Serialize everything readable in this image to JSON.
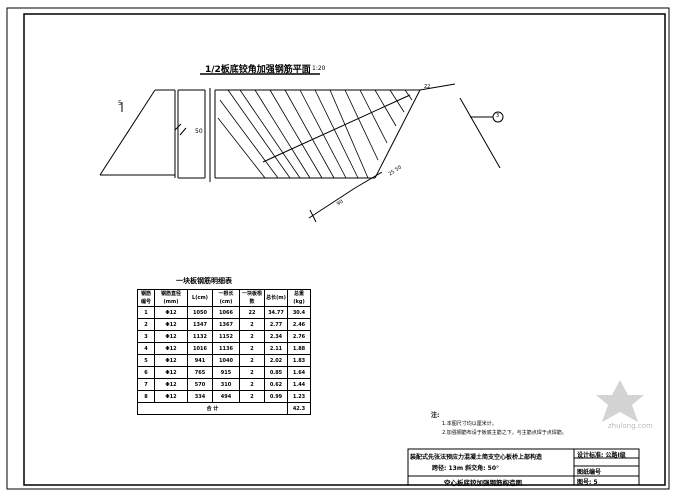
{
  "drawing": {
    "title": "1/2板底铰角加强钢筋平面",
    "title_scale": "1:20",
    "dim_left_a": "5",
    "dim_mid": "50",
    "dim_bottom_a": "90",
    "dim_bottom_b": "25 50",
    "dim_top_right": "22",
    "angle_label": "50",
    "detail_ref": "3"
  },
  "table": {
    "title": "一块板钢筋明细表",
    "headers": [
      "钢筋编号",
      "钢筋直径(mm)",
      "L(cm)",
      "一根长(cm)",
      "一块板根数",
      "总长(m)",
      "总重(kg)"
    ],
    "rows": [
      [
        "1",
        "Φ12",
        "1050",
        "1066",
        "22",
        "34.77",
        "30.4"
      ],
      [
        "2",
        "Φ12",
        "1347",
        "1367",
        "2",
        "2.77",
        "2.46"
      ],
      [
        "3",
        "Φ12",
        "1132",
        "1152",
        "2",
        "2.34",
        "2.76"
      ],
      [
        "4",
        "Φ12",
        "1016",
        "1136",
        "2",
        "2.11",
        "1.88"
      ],
      [
        "5",
        "Φ12",
        "941",
        "1040",
        "2",
        "2.02",
        "1.83"
      ],
      [
        "6",
        "Φ12",
        "765",
        "915",
        "2",
        "0.85",
        "1.64"
      ],
      [
        "7",
        "Φ12",
        "570",
        "310",
        "2",
        "0.62",
        "1.44"
      ],
      [
        "8",
        "Φ12",
        "334",
        "494",
        "2",
        "0.99",
        "1.23"
      ]
    ],
    "total_label": "合 计",
    "total_value": "42.3"
  },
  "notes": {
    "heading": "注:",
    "line1": "1.本图尺寸均以厘米计。",
    "line2": "2.加强钢筋布设于板底主筋之下，与主筋点焊于点焊筋。"
  },
  "title_block": {
    "project_line1": "装配式先张法预应力混凝土简支空心板桥上部构造",
    "project_line2": "跨径: 13m  斜交角: 50°",
    "drawing_name": "空心板底铰加强钢筋构造图",
    "field_a": "设计标准: 公路Ⅰ级",
    "field_b": "图号: 5",
    "field_c": "图纸编号"
  },
  "watermark": "zhulong.com"
}
